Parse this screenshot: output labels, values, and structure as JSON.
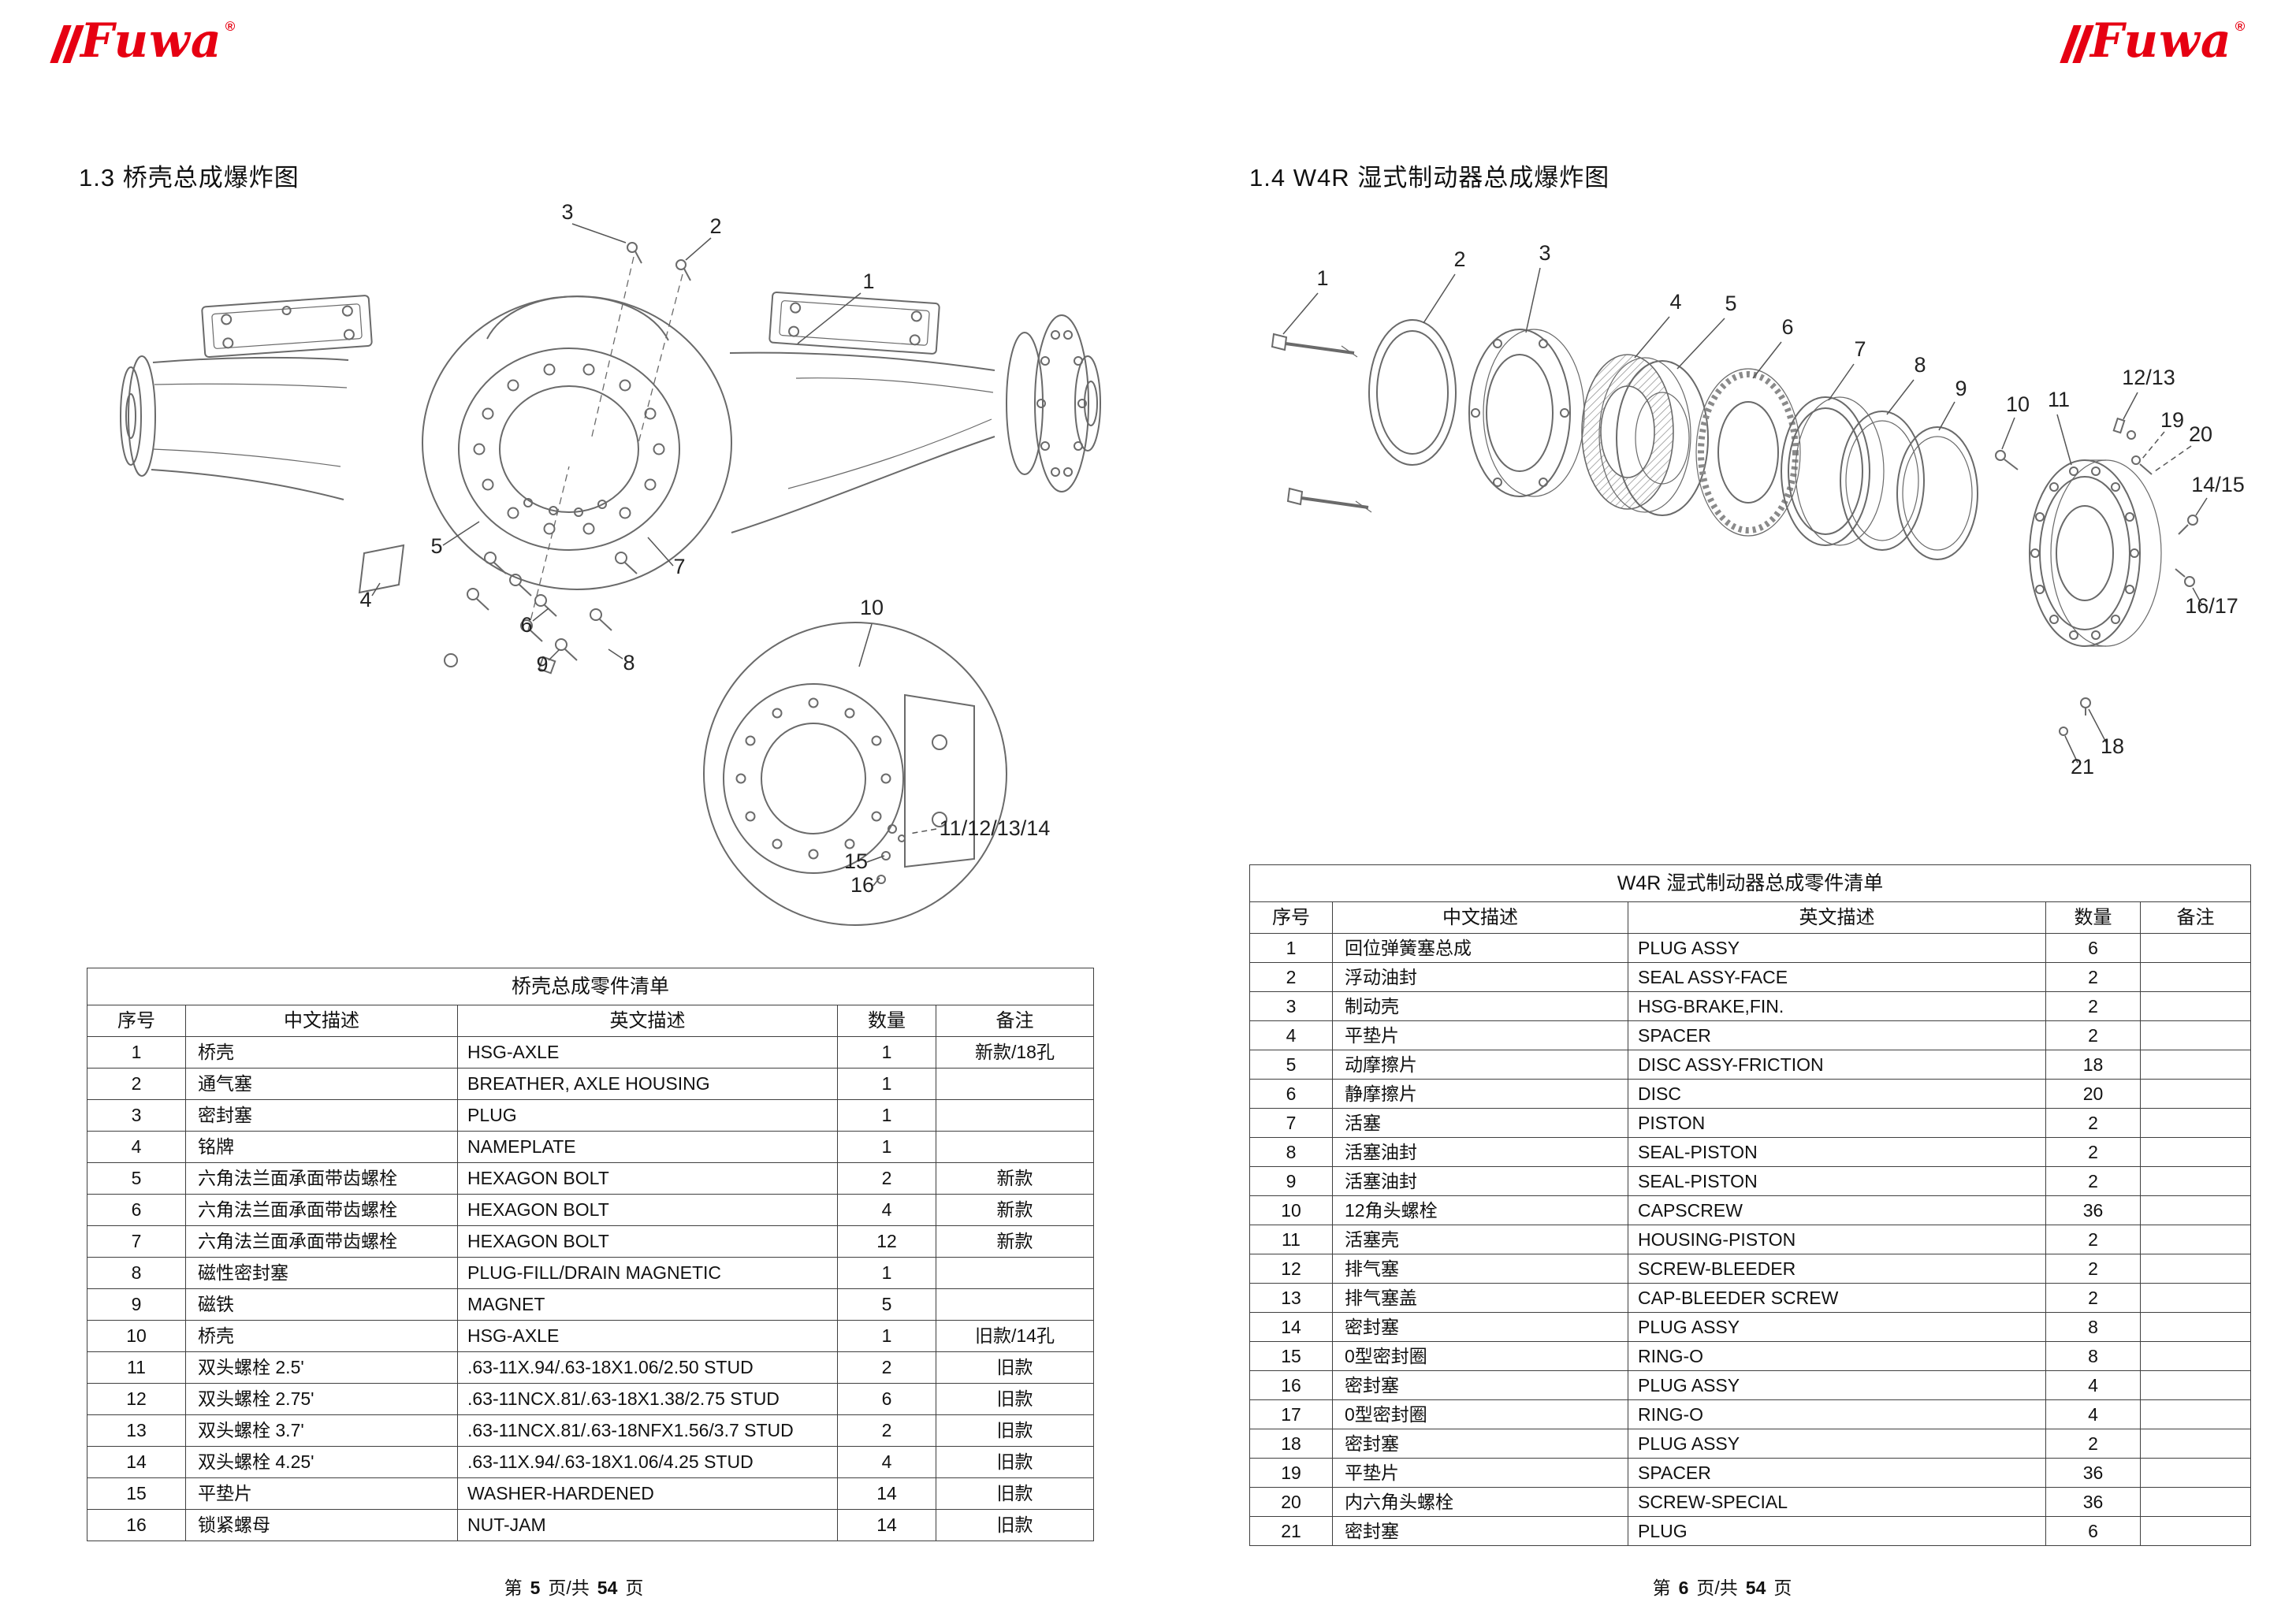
{
  "brand": {
    "name": "Fuwa",
    "reg": "®",
    "color": "#e60012"
  },
  "left": {
    "section_title": "1.3 桥壳总成爆炸图",
    "diagram": {
      "callouts": {
        "n1": "1",
        "n2": "2",
        "n3": "3",
        "n4": "4",
        "n5": "5",
        "n6": "6",
        "n7": "7",
        "n8": "8",
        "n9": "9",
        "n10": "10",
        "n11_14": "11/12/13/14",
        "n15": "15",
        "n16": "16"
      }
    },
    "table": {
      "title": "桥壳总成零件清单",
      "headers": [
        "序号",
        "中文描述",
        "英文描述",
        "数量",
        "备注"
      ],
      "rows": [
        [
          "1",
          "桥壳",
          "HSG-AXLE",
          "1",
          "新款/18孔"
        ],
        [
          "2",
          "通气塞",
          "BREATHER, AXLE HOUSING",
          "1",
          ""
        ],
        [
          "3",
          "密封塞",
          "PLUG",
          "1",
          ""
        ],
        [
          "4",
          "铭牌",
          "NAMEPLATE",
          "1",
          ""
        ],
        [
          "5",
          "六角法兰面承面带齿螺栓",
          "HEXAGON BOLT",
          "2",
          "新款"
        ],
        [
          "6",
          "六角法兰面承面带齿螺栓",
          "HEXAGON BOLT",
          "4",
          "新款"
        ],
        [
          "7",
          "六角法兰面承面带齿螺栓",
          "HEXAGON BOLT",
          "12",
          "新款"
        ],
        [
          "8",
          "磁性密封塞",
          "PLUG-FILL/DRAIN MAGNETIC",
          "1",
          ""
        ],
        [
          "9",
          "磁铁",
          "MAGNET",
          "5",
          ""
        ],
        [
          "10",
          "桥壳",
          "HSG-AXLE",
          "1",
          "旧款/14孔"
        ],
        [
          "11",
          "双头螺栓 2.5'",
          ".63-11X.94/.63-18X1.06/2.50 STUD",
          "2",
          "旧款"
        ],
        [
          "12",
          "双头螺栓 2.75'",
          ".63-11NCX.81/.63-18X1.38/2.75 STUD",
          "6",
          "旧款"
        ],
        [
          "13",
          "双头螺栓 3.7'",
          ".63-11NCX.81/.63-18NFX1.56/3.7 STUD",
          "2",
          "旧款"
        ],
        [
          "14",
          "双头螺栓 4.25'",
          ".63-11X.94/.63-18X1.06/4.25 STUD",
          "4",
          "旧款"
        ],
        [
          "15",
          "平垫片",
          "WASHER-HARDENED",
          "14",
          "旧款"
        ],
        [
          "16",
          "锁紧螺母",
          "NUT-JAM",
          "14",
          "旧款"
        ]
      ]
    },
    "footer": {
      "p1": "第",
      "page": "5",
      "p2": "页/共",
      "total": "54",
      "p3": "页"
    }
  },
  "right": {
    "section_title": "1.4 W4R 湿式制动器总成爆炸图",
    "diagram": {
      "callouts": {
        "n1": "1",
        "n2": "2",
        "n3": "3",
        "n4": "4",
        "n5": "5",
        "n6": "6",
        "n7": "7",
        "n8": "8",
        "n9": "9",
        "n10": "10",
        "n11": "11",
        "n12_13": "12/13",
        "n14_15": "14/15",
        "n16_17": "16/17",
        "n18": "18",
        "n19": "19",
        "n20": "20",
        "n21": "21"
      }
    },
    "table": {
      "title": "W4R 湿式制动器总成零件清单",
      "headers": [
        "序号",
        "中文描述",
        "英文描述",
        "数量",
        "备注"
      ],
      "rows": [
        [
          "1",
          "回位弹簧塞总成",
          "PLUG ASSY",
          "6",
          ""
        ],
        [
          "2",
          "浮动油封",
          "SEAL ASSY-FACE",
          "2",
          ""
        ],
        [
          "3",
          "制动壳",
          "HSG-BRAKE,FIN.",
          "2",
          ""
        ],
        [
          "4",
          "平垫片",
          "SPACER",
          "2",
          ""
        ],
        [
          "5",
          "动摩擦片",
          "DISC ASSY-FRICTION",
          "18",
          ""
        ],
        [
          "6",
          "静摩擦片",
          "DISC",
          "20",
          ""
        ],
        [
          "7",
          "活塞",
          "PISTON",
          "2",
          ""
        ],
        [
          "8",
          "活塞油封",
          "SEAL-PISTON",
          "2",
          ""
        ],
        [
          "9",
          "活塞油封",
          "SEAL-PISTON",
          "2",
          ""
        ],
        [
          "10",
          "12角头螺栓",
          "CAPSCREW",
          "36",
          ""
        ],
        [
          "11",
          "活塞壳",
          "HOUSING-PISTON",
          "2",
          ""
        ],
        [
          "12",
          "排气塞",
          "SCREW-BLEEDER",
          "2",
          ""
        ],
        [
          "13",
          "排气塞盖",
          "CAP-BLEEDER SCREW",
          "2",
          ""
        ],
        [
          "14",
          "密封塞",
          "PLUG ASSY",
          "8",
          ""
        ],
        [
          "15",
          "0型密封圈",
          "RING-O",
          "8",
          ""
        ],
        [
          "16",
          "密封塞",
          "PLUG ASSY",
          "4",
          ""
        ],
        [
          "17",
          "0型密封圈",
          "RING-O",
          "4",
          ""
        ],
        [
          "18",
          "密封塞",
          "PLUG ASSY",
          "2",
          ""
        ],
        [
          "19",
          "平垫片",
          "SPACER",
          "36",
          ""
        ],
        [
          "20",
          "内六角头螺栓",
          "SCREW-SPECIAL",
          "36",
          ""
        ],
        [
          "21",
          "密封塞",
          "PLUG",
          "6",
          ""
        ]
      ]
    },
    "footer": {
      "p1": "第",
      "page": "6",
      "p2": "页/共",
      "total": "54",
      "p3": "页"
    }
  }
}
